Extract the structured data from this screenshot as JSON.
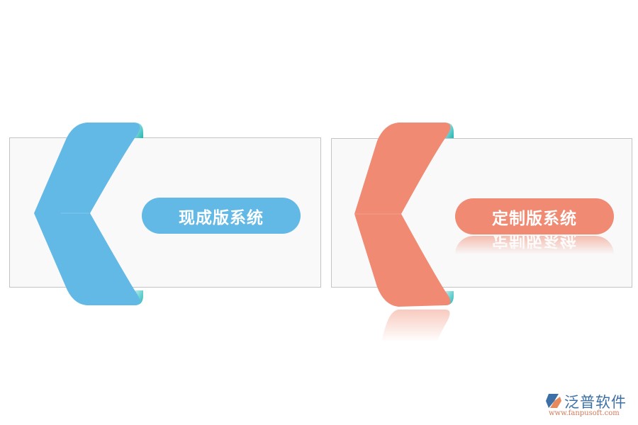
{
  "diagram": {
    "items": [
      {
        "label": "现成版系统",
        "color": "#62b9e6",
        "edge_color": "#3dc2c3"
      },
      {
        "label": "定制版系统",
        "color": "#f08a72",
        "edge_color": "#3dc2c3"
      }
    ]
  },
  "logo": {
    "name": "泛普软件",
    "url": "www.fanpusoft.com",
    "colors": {
      "primary": "#3c6fa6",
      "accent": "#e58a5c"
    }
  }
}
